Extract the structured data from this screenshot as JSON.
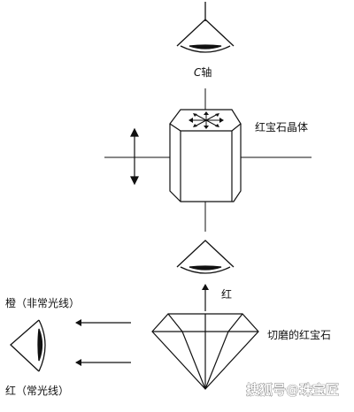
{
  "labels": {
    "c_axis_italic": "C",
    "c_axis_rest": "轴",
    "ruby_crystal": "红宝石晶体",
    "red": "红",
    "orange_extraordinary": "橙（非常光线）",
    "red_ordinary": "红（常光线）",
    "cut_ruby": "切磨的红宝石",
    "watermark": "搜狐号@珠宝匠"
  }
}
